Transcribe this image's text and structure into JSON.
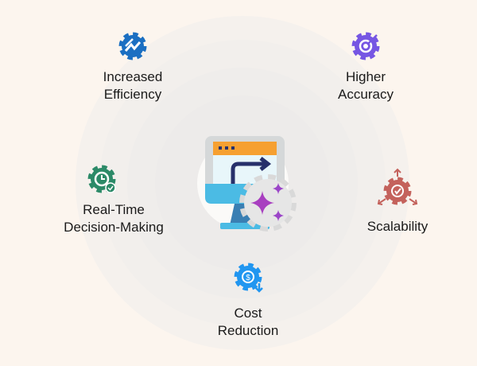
{
  "benefits": [
    {
      "line1": "Increased",
      "line2": "Efficiency",
      "icon": "efficiency-gear-icon",
      "color": "#1b6fc2"
    },
    {
      "line1": "Higher",
      "line2": "Accuracy",
      "icon": "target-gear-icon",
      "color": "#7656e3"
    },
    {
      "line1": "Real-Time",
      "line2": "Decision-Making",
      "icon": "clock-gear-icon",
      "color": "#2c8a68"
    },
    {
      "line1": "Scalability",
      "line2": "",
      "icon": "scalability-gear-icon",
      "color": "#c4625c"
    },
    {
      "line1": "Cost",
      "line2": "Reduction",
      "icon": "dollar-gear-icon",
      "color": "#2196f0"
    }
  ],
  "center_icon": "ai-automation-monitor-icon"
}
